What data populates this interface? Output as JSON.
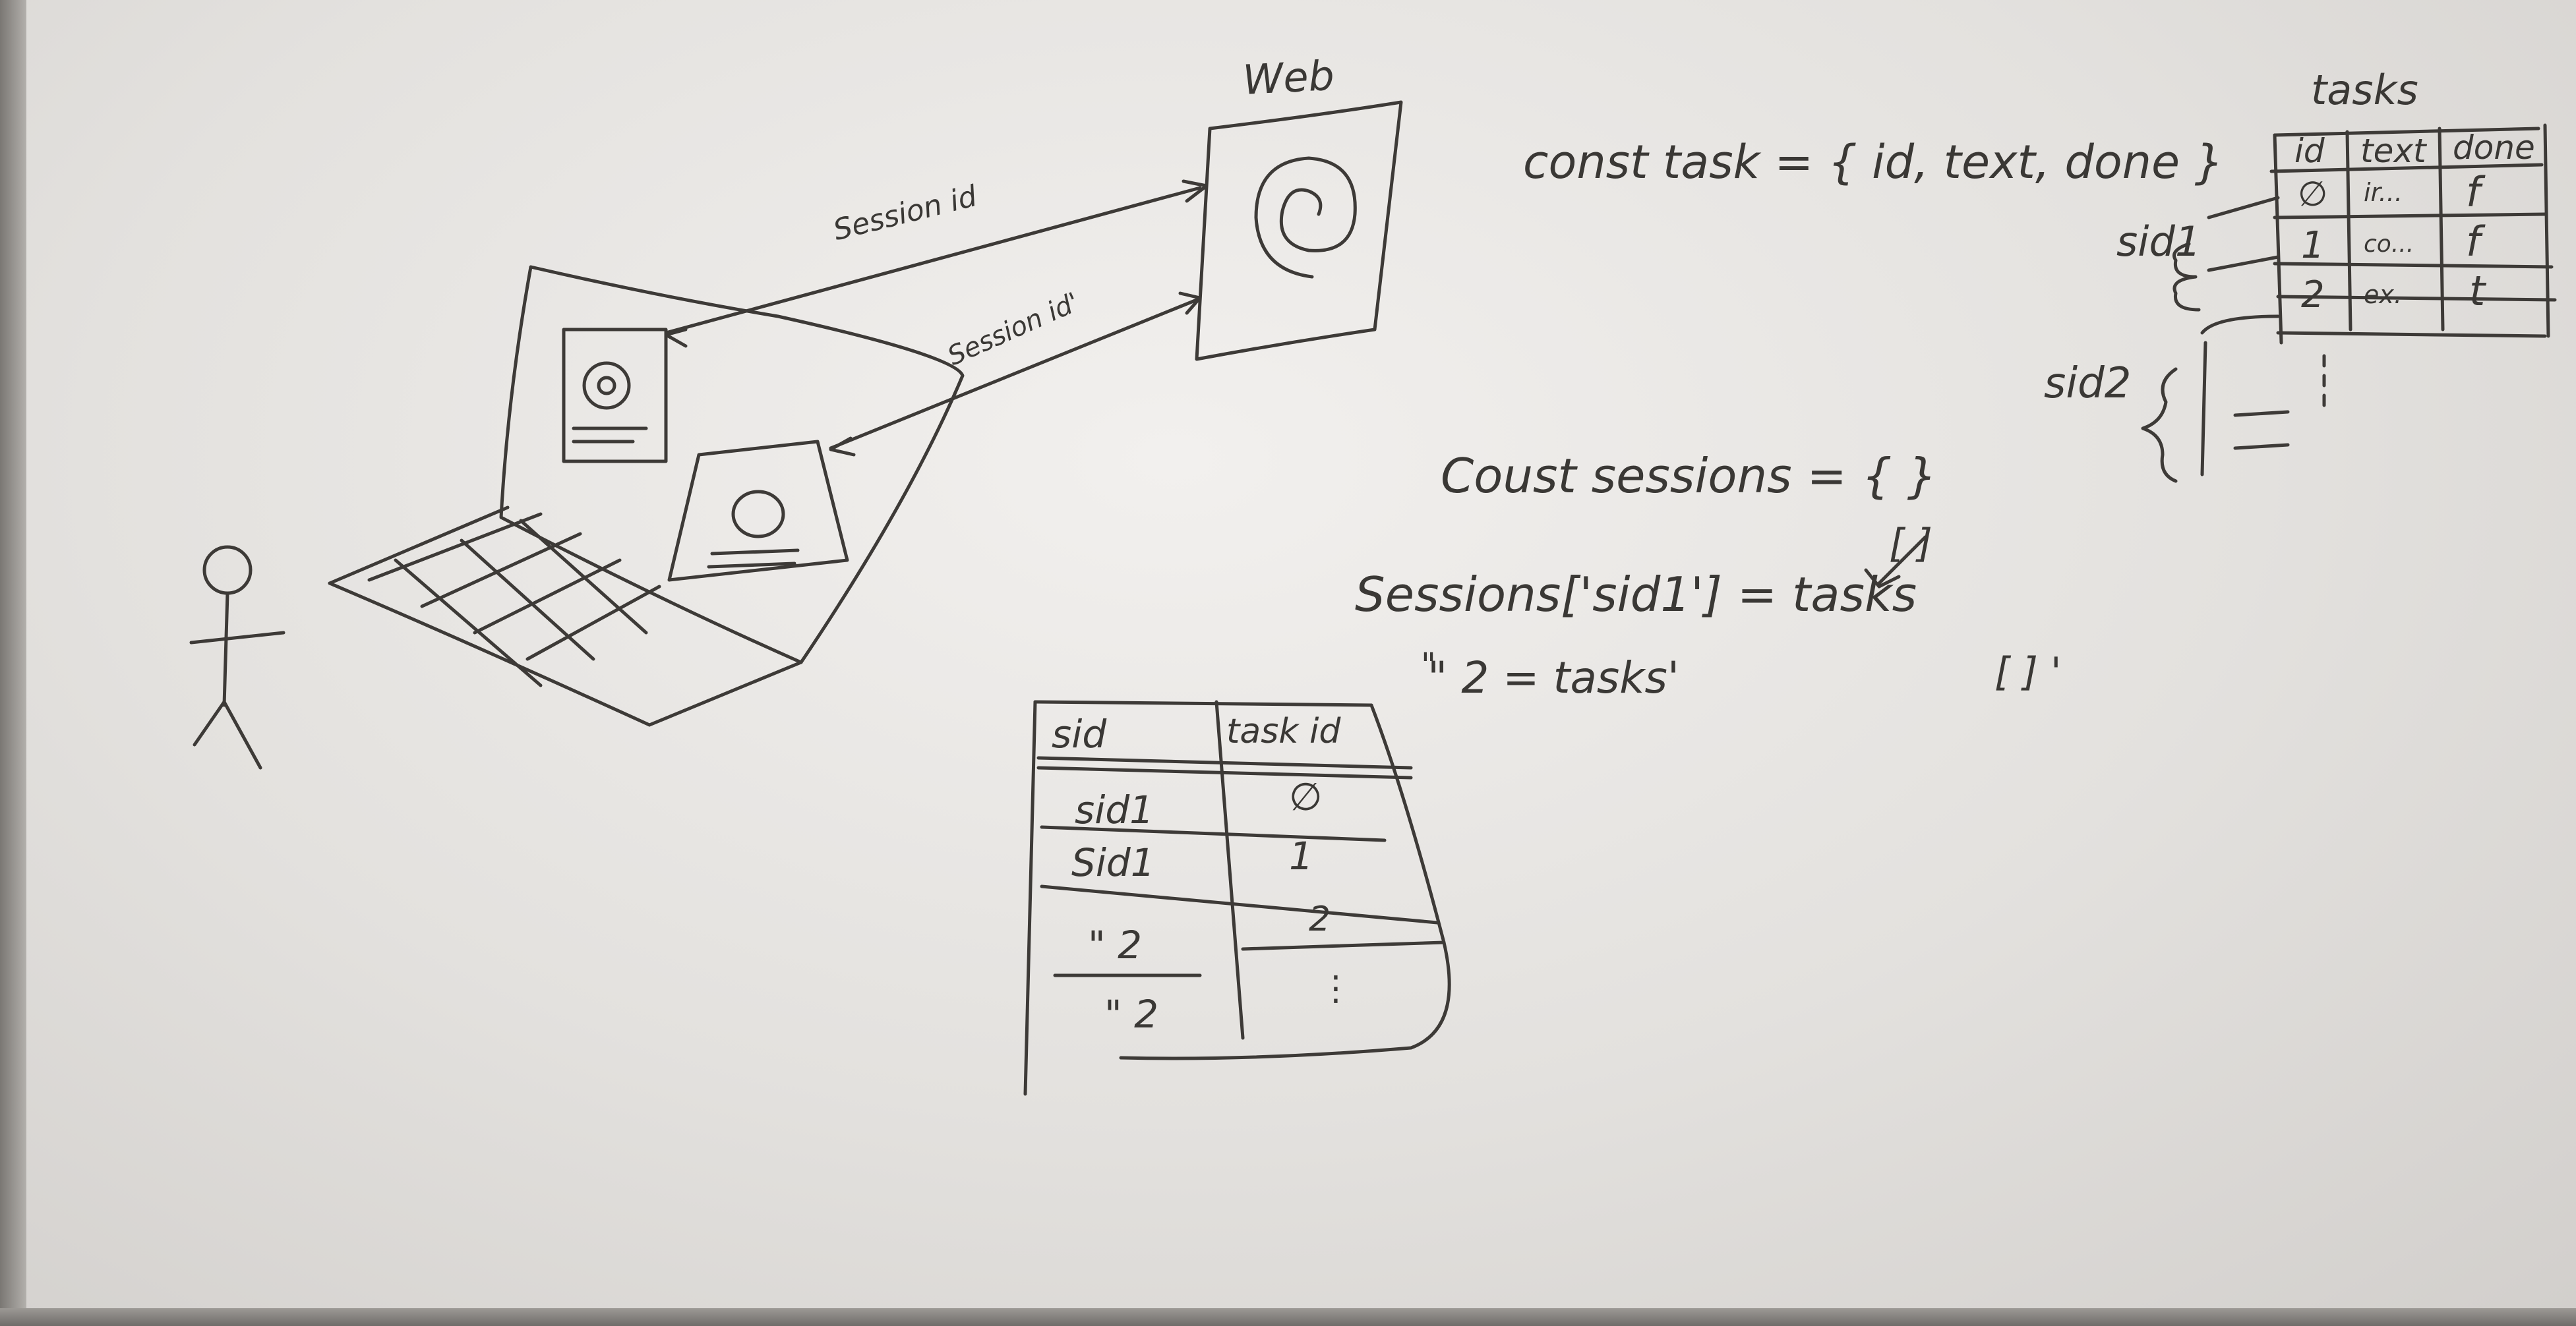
{
  "web_box": {
    "label": "Web"
  },
  "arrows": {
    "session_a": "Session id",
    "session_b": "Session id'"
  },
  "code": {
    "const_task": "const task = { id, text, done }",
    "const_sessions": "Coust sessions = { }",
    "assign_1": "Sessions['sid1'] = tasks",
    "assign_2_ditto": "\"",
    "assign_2": "\" 2  = tasks'",
    "empty_array_1": "[ ]",
    "empty_array_2": "[ ] '"
  },
  "tasks_table": {
    "title": "tasks",
    "headers": [
      "id",
      "text",
      "done"
    ],
    "rows": [
      [
        "∅",
        "ir...",
        "f"
      ],
      [
        "1",
        "co...",
        "f"
      ],
      [
        "2",
        "ex.",
        "t"
      ]
    ],
    "sid1_label": "sid1",
    "sid2_label": "sid2"
  },
  "sid_table": {
    "headers": [
      "sid",
      "task id"
    ],
    "rows": [
      [
        "sid1",
        "∅"
      ],
      [
        "Sid1",
        "1"
      ],
      [
        "\" 2",
        "2"
      ],
      [
        "\" 2",
        "⋮"
      ]
    ]
  },
  "colors": {
    "ink": "#3d3a37",
    "board": "#e6e4e1"
  }
}
